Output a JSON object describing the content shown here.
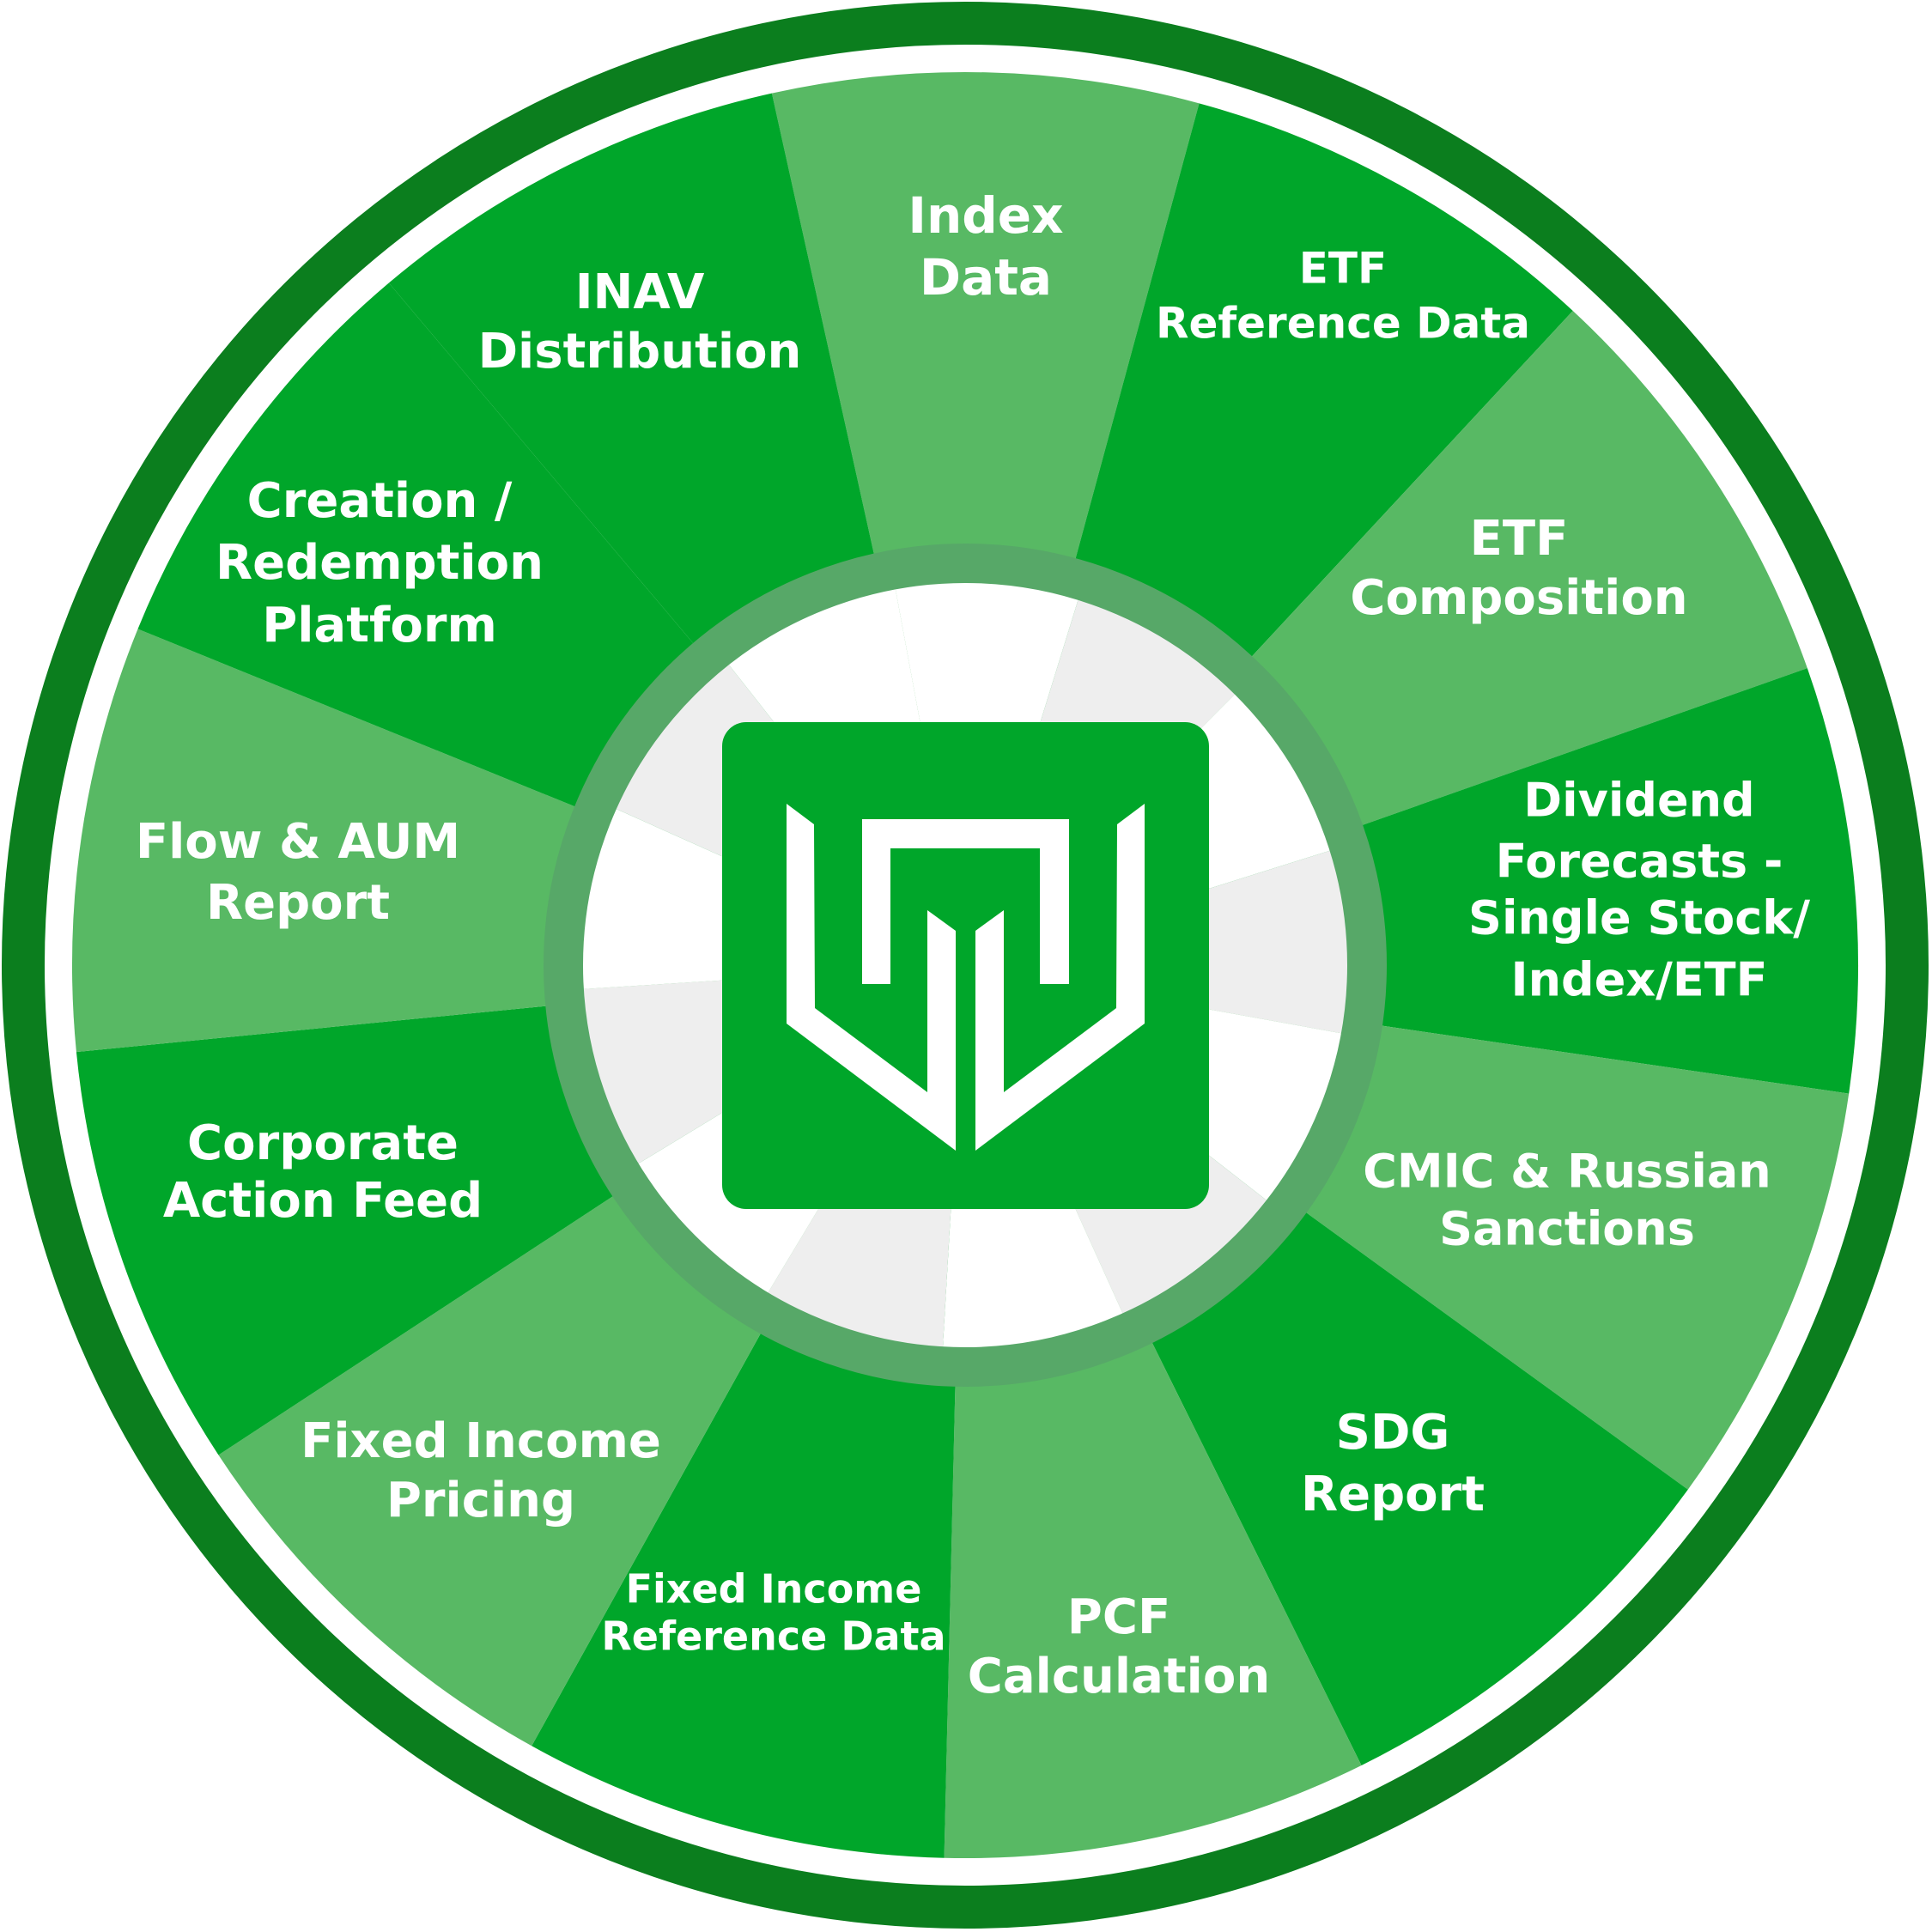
{
  "colors": {
    "outer_ring": "#0b7e1e",
    "segment_dark": "#00a62a",
    "segment_light": "#58b964",
    "inner_ring": "#57a868",
    "hub_white": "#ffffff",
    "hub_gray": "#eeeeee",
    "logo_bg": "#00a62a"
  },
  "segments": [
    {
      "lines": [
        "Index",
        "Data"
      ],
      "shade": "light"
    },
    {
      "lines": [
        "ETF",
        "Reference Data"
      ],
      "shade": "dark"
    },
    {
      "lines": [
        "ETF",
        "Composition"
      ],
      "shade": "light"
    },
    {
      "lines": [
        "Dividend",
        "Forecasts -",
        "Single Stock/",
        "Index/ETF"
      ],
      "shade": "dark"
    },
    {
      "lines": [
        "CMIC & Russian",
        "Sanctions"
      ],
      "shade": "light"
    },
    {
      "lines": [
        "SDG",
        "Report"
      ],
      "shade": "dark"
    },
    {
      "lines": [
        "PCF",
        "Calculation"
      ],
      "shade": "light"
    },
    {
      "lines": [
        "Fixed Income",
        "Reference Data"
      ],
      "shade": "dark"
    },
    {
      "lines": [
        "Fixed Income",
        "Pricing"
      ],
      "shade": "light"
    },
    {
      "lines": [
        "Corporate",
        "Action Feed"
      ],
      "shade": "dark"
    },
    {
      "lines": [
        "Flow & AUM",
        "Report"
      ],
      "shade": "light"
    },
    {
      "lines": [
        "Creation /",
        "Redemption",
        "Platform"
      ],
      "shade": "dark"
    },
    {
      "lines": [
        "INAV",
        "Distribution"
      ],
      "shade": "dark"
    }
  ],
  "logo": {
    "icon": "shield-w-logo-icon"
  }
}
